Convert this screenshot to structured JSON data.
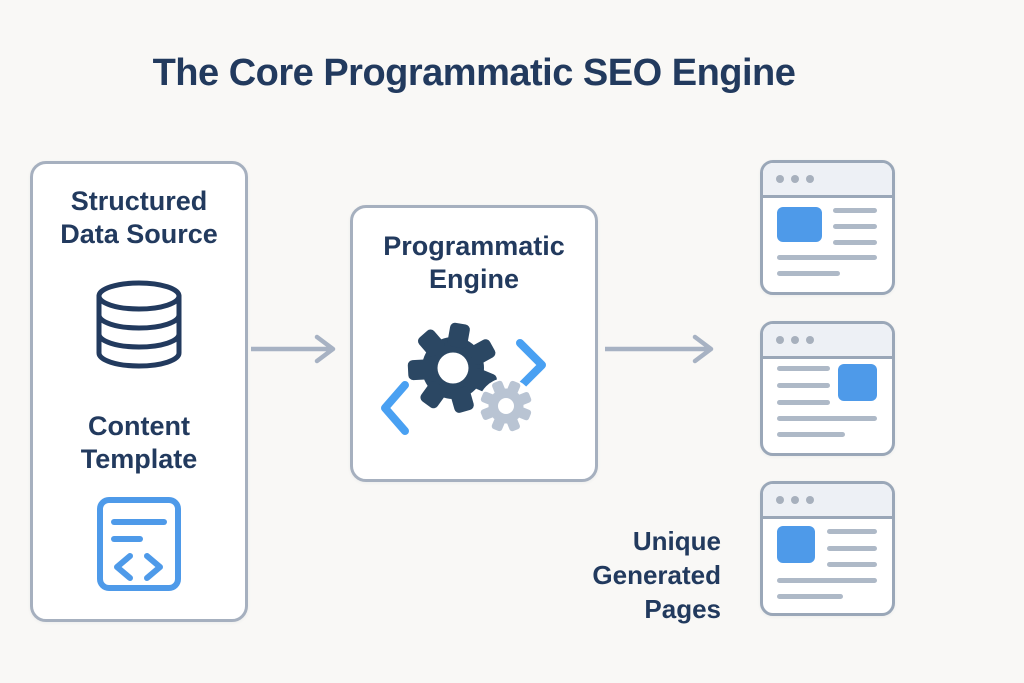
{
  "title": "The Core Programmatic SEO Engine",
  "source_box": {
    "data_source_label": "Structured\nData Source",
    "template_label": "Content\nTemplate"
  },
  "engine_box": {
    "label": "Programmatic\nEngine"
  },
  "output": {
    "label": "Unique\nGenerated\nPages",
    "page_count": 3
  },
  "icons": {
    "database": "database-icon",
    "template": "code-template-icon",
    "engine": "gears-code-icon",
    "pages": "browser-window-icon"
  },
  "colors": {
    "background": "#f9f8f6",
    "text_navy": "#223a5e",
    "accent_blue": "#4e9ae9",
    "bracket_blue": "#49a0f2",
    "box_border": "#a6b0bf",
    "window_border": "#9aa7b8",
    "window_header_fill": "#edf0f5",
    "placeholder_line_gray": "#aeb9c7",
    "arrow_gray": "#a7b2c3",
    "gear_navy": "#2b4763",
    "gear_gray": "#b9c4d3"
  }
}
